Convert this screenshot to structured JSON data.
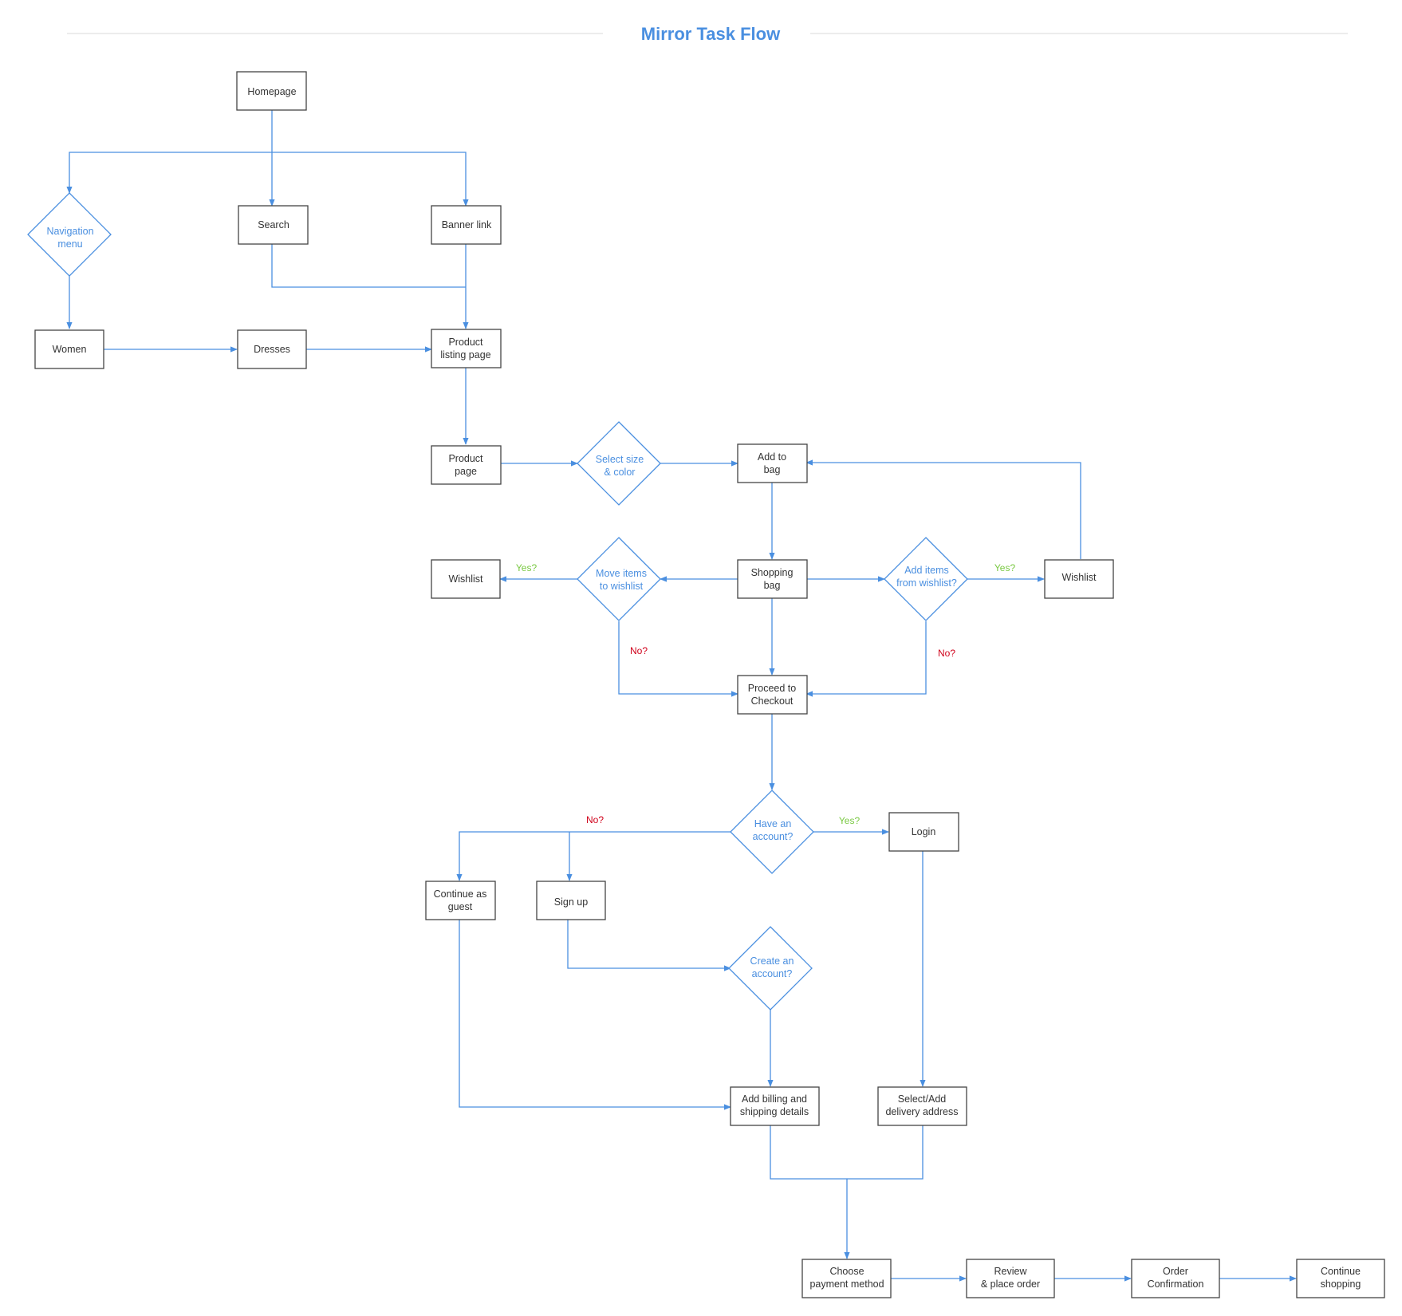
{
  "title": "Mirror Task Flow",
  "colors": {
    "accent": "#4a8fe0",
    "box_border": "#444444",
    "yes": "#7ac943",
    "no": "#d0021b"
  },
  "nodes": {
    "homepage": [
      "Homepage"
    ],
    "navigation_menu": [
      "Navigation",
      "menu"
    ],
    "search": [
      "Search"
    ],
    "banner_link": [
      "Banner link"
    ],
    "women": [
      "Women"
    ],
    "dresses": [
      "Dresses"
    ],
    "product_listing_page": [
      "Product",
      "listing page"
    ],
    "product_page": [
      "Product",
      "page"
    ],
    "select_size_color": [
      "Select size",
      "& color"
    ],
    "add_to_bag": [
      "Add to",
      "bag"
    ],
    "wishlist_left": [
      "Wishlist"
    ],
    "move_items_to_wishlist": [
      "Move items",
      "to wishlist"
    ],
    "shopping_bag": [
      "Shopping",
      "bag"
    ],
    "add_items_from_wishlist": [
      "Add items",
      "from wishlist?"
    ],
    "wishlist_right": [
      "Wishlist"
    ],
    "proceed_to_checkout": [
      "Proceed to",
      "Checkout"
    ],
    "have_an_account": [
      "Have an",
      "account?"
    ],
    "login": [
      "Login"
    ],
    "continue_as_guest": [
      "Continue as",
      "guest"
    ],
    "sign_up": [
      "Sign up"
    ],
    "create_an_account": [
      "Create an",
      "account?"
    ],
    "add_billing_shipping": [
      "Add  billing and",
      "shipping details"
    ],
    "select_add_delivery": [
      "Select/Add",
      "delivery address"
    ],
    "choose_payment": [
      "Choose",
      "payment method"
    ],
    "review_place_order": [
      "Review",
      "& place order"
    ],
    "order_confirmation": [
      "Order",
      "Confirmation"
    ],
    "continue_shopping": [
      "Continue",
      "shopping"
    ]
  },
  "edge_labels": {
    "move_to_wishlist_yes": "Yes?",
    "move_to_wishlist_no": "No?",
    "add_from_wishlist_yes": "Yes?",
    "add_from_wishlist_no": "No?",
    "have_account_no": "No?",
    "have_account_yes": "Yes?"
  }
}
